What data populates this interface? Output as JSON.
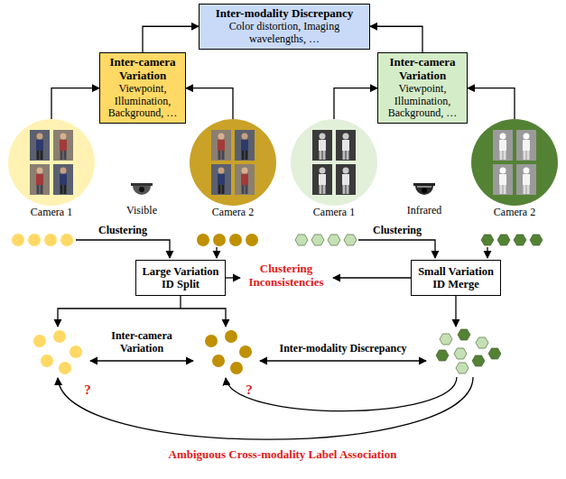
{
  "diagram": {
    "nodes": [
      {
        "text": [
          "Inter-modality Discrepancy",
          "Color distortion, Imaging wavelengths, …"
        ]
      },
      {
        "text": [
          "Inter-camera Variation",
          "Viewpoint, Illumination, Background, …"
        ]
      },
      {
        "text": [
          "Inter-camera Variation",
          "Viewpoint, Illumination, Background, …"
        ]
      },
      {
        "text": [
          "Camera 1"
        ]
      },
      {
        "text": [
          "Camera 2"
        ]
      },
      {
        "text": [
          "Camera 1"
        ]
      },
      {
        "text": [
          "Camera 2"
        ]
      },
      {
        "text": [
          "Large Variation ID Split"
        ]
      },
      {
        "text": [
          "Small Variation ID Merge"
        ]
      }
    ],
    "edges": [
      {
        "from": 1,
        "to": 0,
        "arrow": "to"
      },
      {
        "from": 2,
        "to": 0,
        "arrow": "to"
      },
      {
        "from": 3,
        "to": 1,
        "arrow": "to"
      },
      {
        "from": 4,
        "to": 1,
        "arrow": "to"
      },
      {
        "from": 5,
        "to": 2,
        "arrow": "to"
      },
      {
        "from": 6,
        "to": 2,
        "arrow": "to"
      }
    ],
    "labels": [
      "Visible",
      "Infrared",
      "Clustering",
      "Clustering",
      "Clustering Inconsistencies",
      "Inter-camera Variation",
      "Inter-modality Discrepancy",
      "?",
      "?",
      "Ambiguous Cross-modality Label Association"
    ]
  }
}
